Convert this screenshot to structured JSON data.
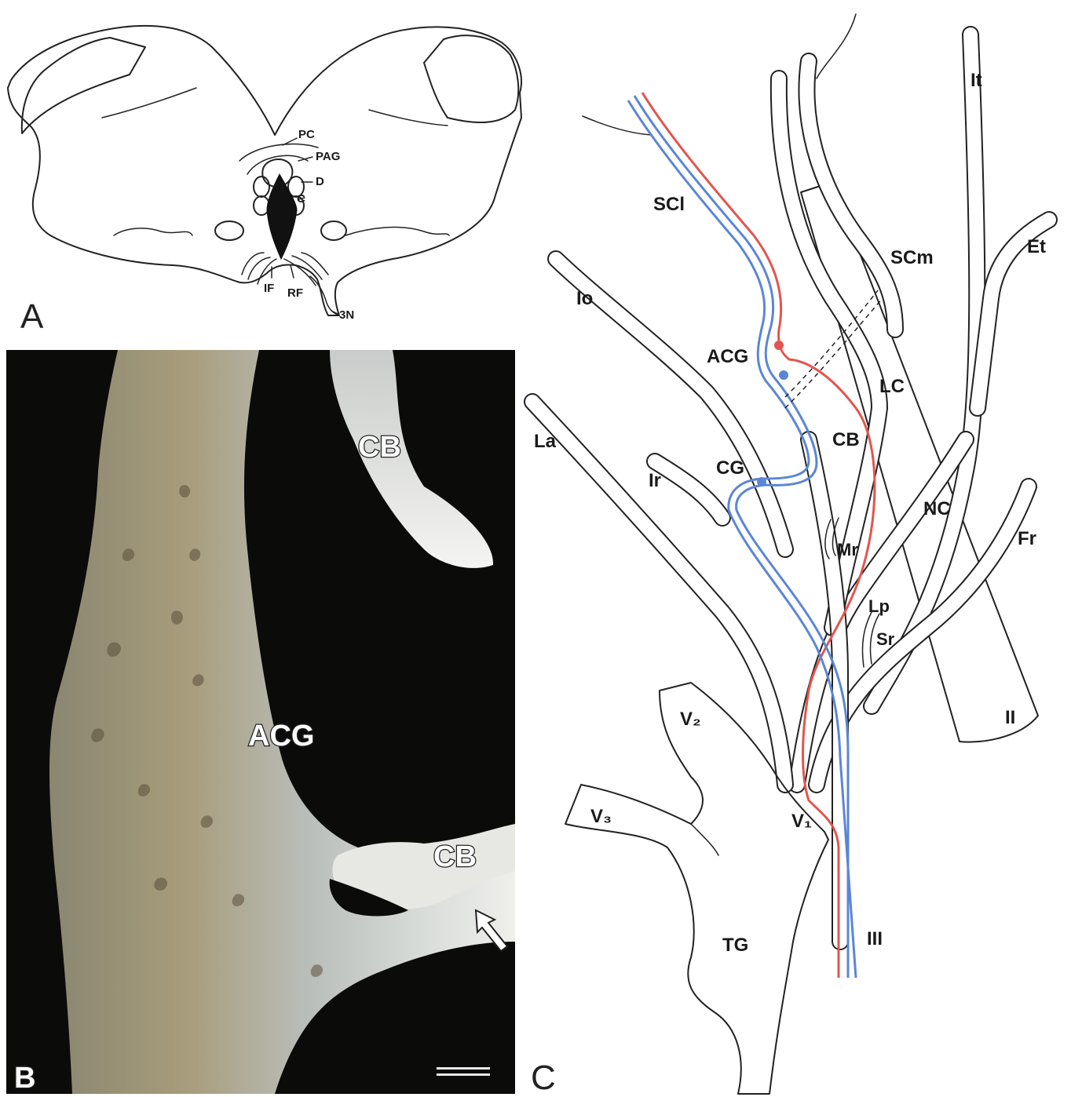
{
  "panel_a": {
    "letter": "A",
    "labels": {
      "pc": "PC",
      "pag": "PAG",
      "d": "D",
      "c": "C",
      "if": "IF",
      "rf": "RF",
      "n3": "3N"
    }
  },
  "panel_b": {
    "letter": "B",
    "labels": {
      "cb_top": "CB",
      "acg": "ACG",
      "cb_bottom": "CB"
    }
  },
  "panel_c": {
    "letter": "C",
    "labels": {
      "it": "It",
      "et": "Et",
      "scl": "SCl",
      "scm": "SCm",
      "io": "Io",
      "acg": "ACG",
      "lc": "LC",
      "la": "La",
      "cb": "CB",
      "ir": "Ir",
      "cg": "CG",
      "nc": "NC",
      "fr": "Fr",
      "mr": "Mr",
      "lp": "Lp",
      "sr": "Sr",
      "v2": "V₂",
      "ii": "II",
      "v3": "V₃",
      "v1": "V₁",
      "tg": "TG",
      "iii": "III"
    },
    "colors": {
      "red_pathway": "#e2554e",
      "blue_pathway": "#5b86d6"
    }
  }
}
